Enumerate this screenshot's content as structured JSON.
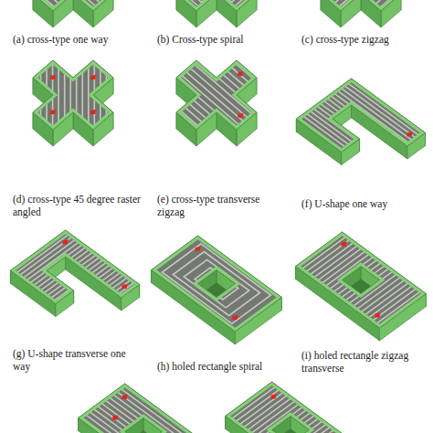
{
  "diagram": {
    "labels": [
      "(a) cross-type one way",
      "(b) Cross-type spiral",
      "(c) cross-type zigzag",
      "(d) cross-type 45 degree raster angled",
      "(e) cross-type transverse zigzag",
      "(f) U-shape one way",
      "(g) U-shape transverse one way",
      "(h) holed rectangle spiral",
      "(i) holed rectangle zigzag transverse"
    ]
  }
}
